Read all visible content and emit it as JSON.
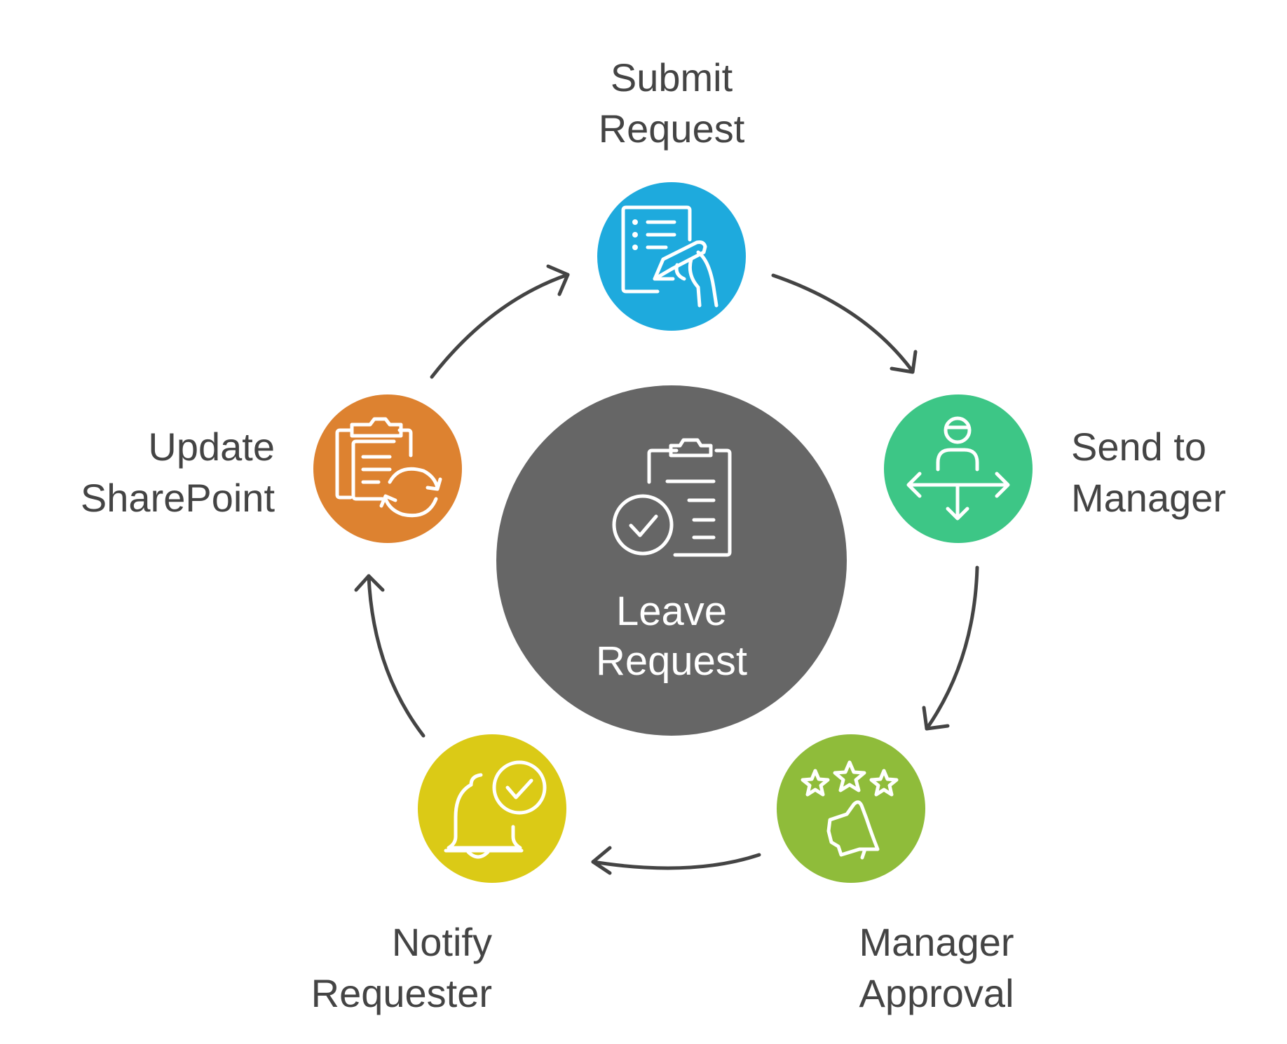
{
  "center": {
    "line1": "Leave",
    "line2": "Request",
    "color": "#666666",
    "icon": "clipboard-check-icon"
  },
  "steps": [
    {
      "id": "submit-request",
      "line1": "Submit",
      "line2": "Request",
      "color": "#1EAADD",
      "icon": "document-signing-icon"
    },
    {
      "id": "send-to-manager",
      "line1": "Send to",
      "line2": "Manager",
      "color": "#3DC686",
      "icon": "person-directions-icon"
    },
    {
      "id": "manager-approval",
      "line1": "Manager",
      "line2": "Approval",
      "color": "#8FBC3A",
      "icon": "stars-thumbs-up-icon"
    },
    {
      "id": "notify-requester",
      "line1": "Notify",
      "line2": "Requester",
      "color": "#DBCA16",
      "icon": "bell-check-icon"
    },
    {
      "id": "update-sharepoint",
      "line1": "Update",
      "line2": "SharePoint",
      "color": "#DD8230",
      "icon": "document-sync-icon"
    }
  ],
  "arrow_color": "#444444",
  "label_color": "#444444"
}
